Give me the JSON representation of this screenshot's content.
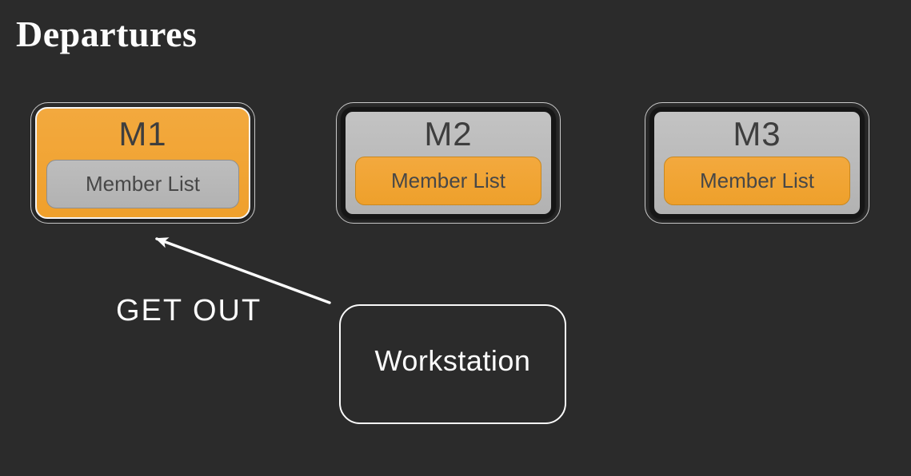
{
  "title": "Departures",
  "machines": [
    {
      "label": "M1",
      "sublabel": "Member List",
      "highlighted": true
    },
    {
      "label": "M2",
      "sublabel": "Member List",
      "highlighted": false
    },
    {
      "label": "M3",
      "sublabel": "Member List",
      "highlighted": false
    }
  ],
  "workstation": {
    "label": "Workstation"
  },
  "arrow": {
    "label": "GET OUT",
    "from": "Workstation",
    "to": "M1"
  },
  "colors": {
    "background": "#2B2B2B",
    "accent_orange": "#F0A432",
    "panel_gray": "#B9B9B9",
    "node_dark_border": "#161616",
    "outline_light": "#C9C9C9",
    "dark_text": "#3E3E3E",
    "white": "#FFFFFF"
  }
}
